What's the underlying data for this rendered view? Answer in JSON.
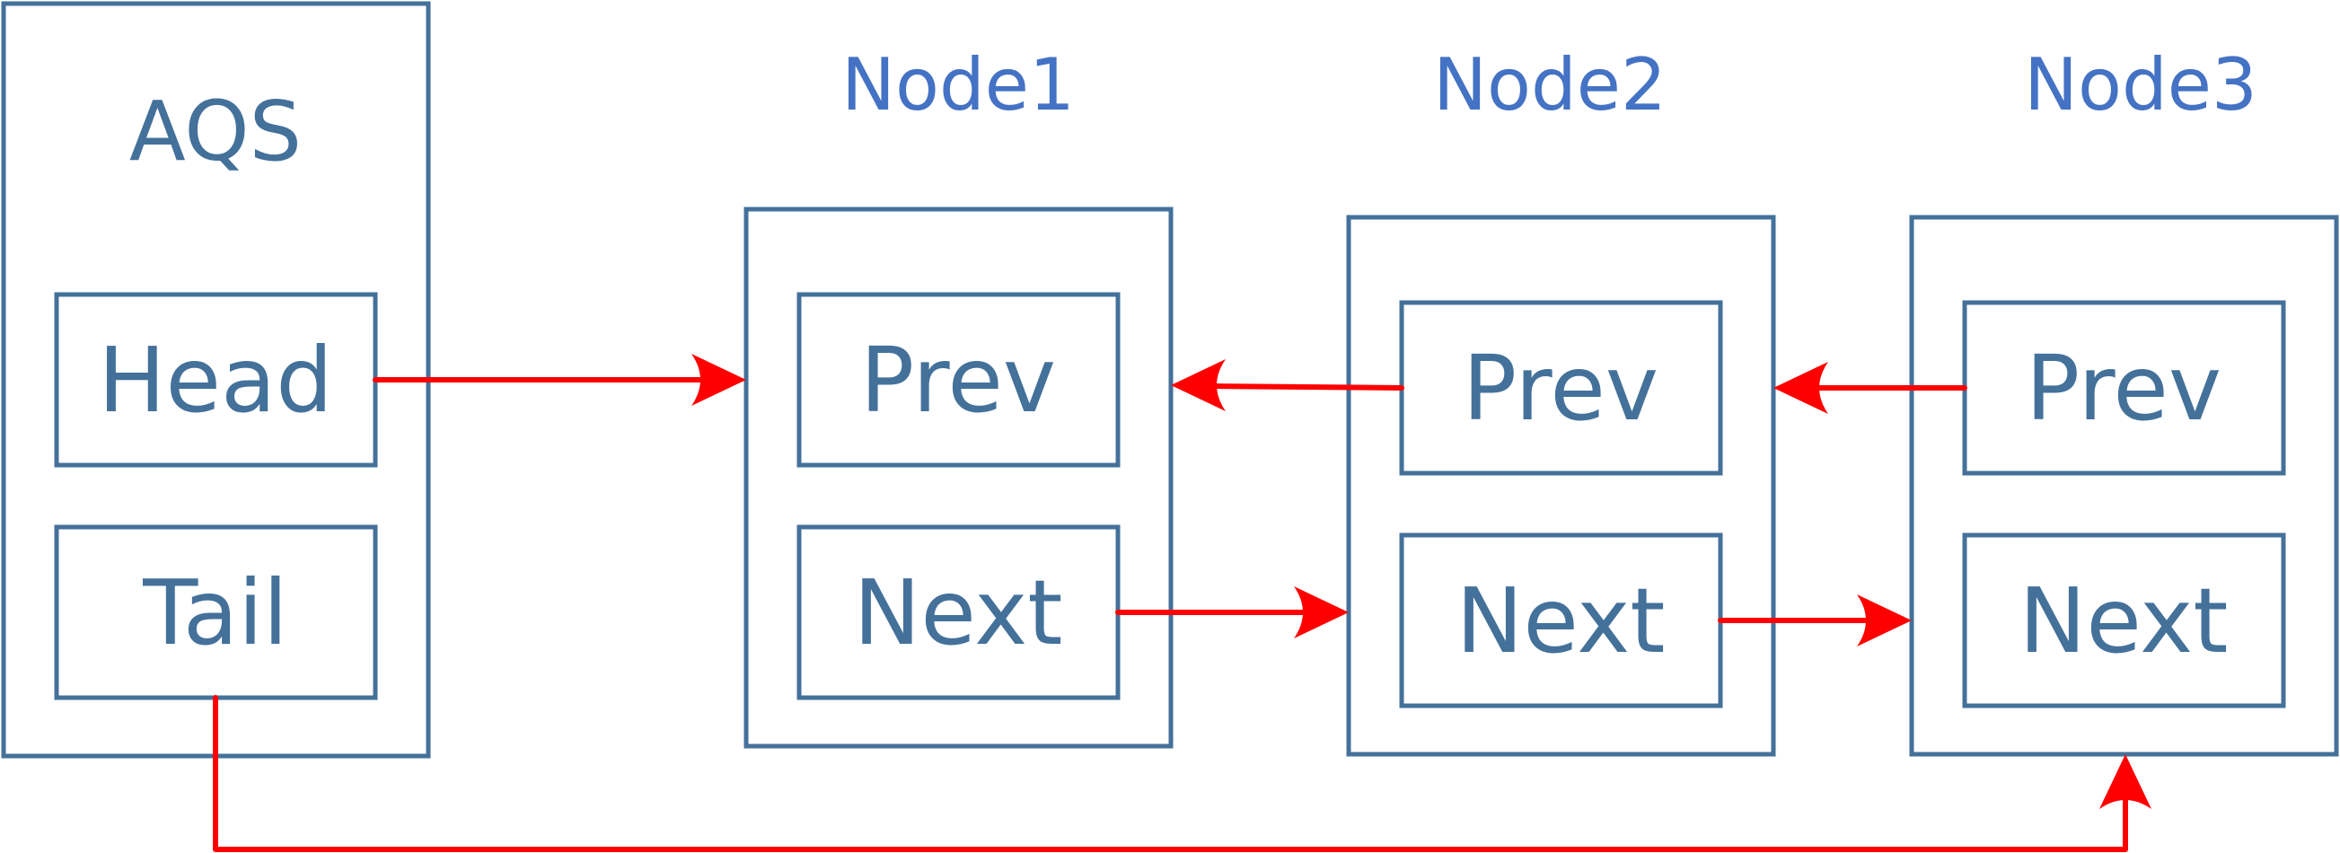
{
  "colors": {
    "box_stroke": "#44719a",
    "field_text": "#44719a",
    "node_title": "#4472c4",
    "arrow": "#ff0000"
  },
  "aqs": {
    "title": "AQS",
    "head_label": "Head",
    "tail_label": "Tail"
  },
  "nodes": [
    {
      "title": "Node1",
      "prev_label": "Prev",
      "next_label": "Next"
    },
    {
      "title": "Node2",
      "prev_label": "Prev",
      "next_label": "Next"
    },
    {
      "title": "Node3",
      "prev_label": "Prev",
      "next_label": "Next"
    }
  ],
  "arrows": [
    {
      "from": "AQS.Head",
      "to": "Node1"
    },
    {
      "from": "Node2.Prev",
      "to": "Node1"
    },
    {
      "from": "Node3.Prev",
      "to": "Node2"
    },
    {
      "from": "Node1.Next",
      "to": "Node2"
    },
    {
      "from": "Node2.Next",
      "to": "Node3"
    },
    {
      "from": "AQS.Tail",
      "to": "Node3"
    }
  ]
}
